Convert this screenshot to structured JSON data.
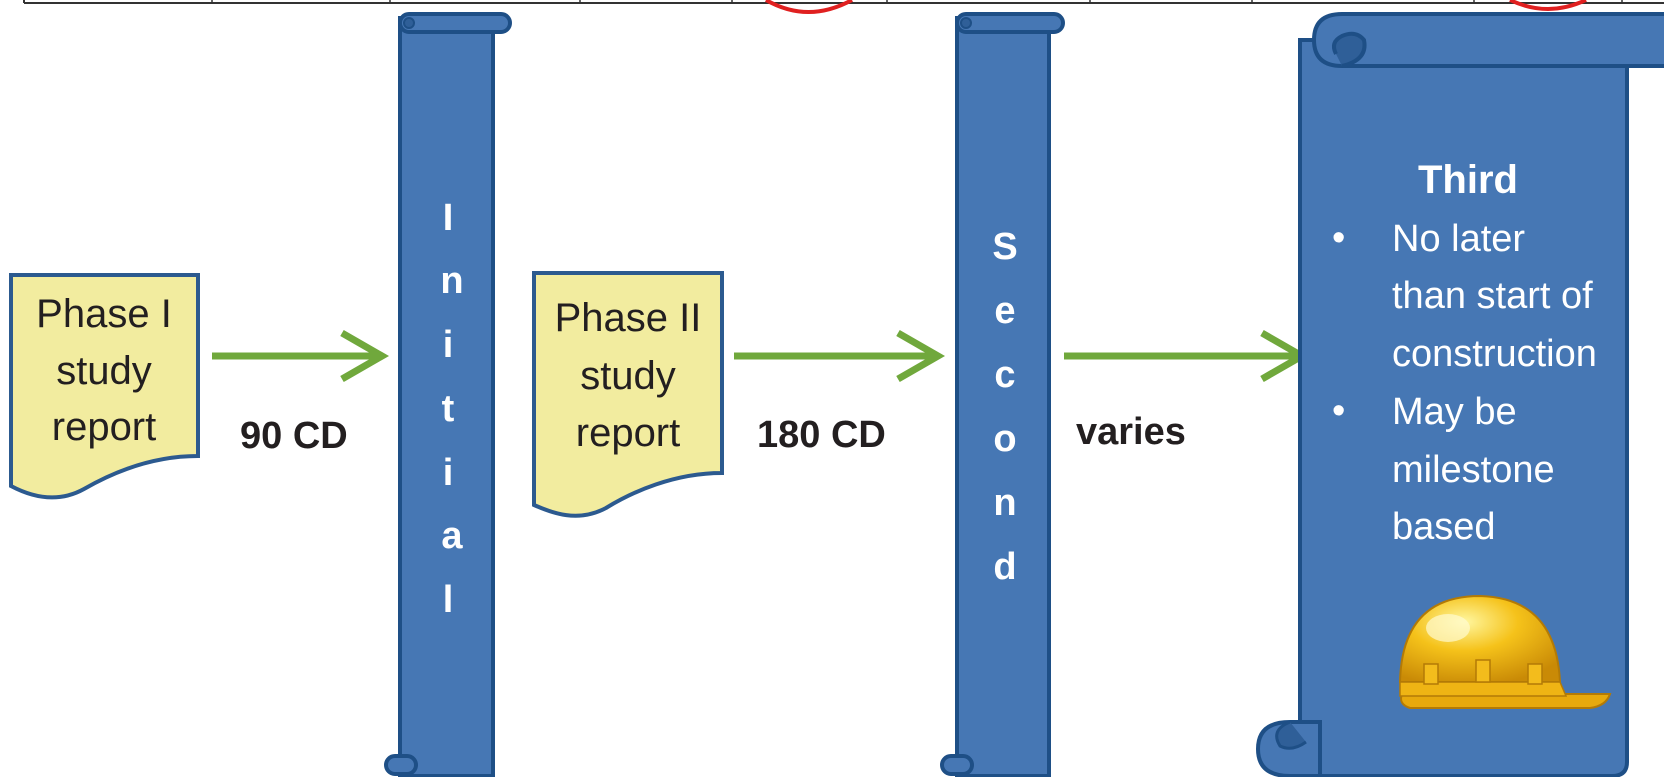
{
  "docs": [
    {
      "lines": [
        "Phase I",
        "study",
        "report"
      ]
    },
    {
      "lines": [
        "Phase II",
        "study",
        "report"
      ]
    }
  ],
  "durations": [
    "90 CD",
    "180 CD",
    "varies"
  ],
  "scrolls": [
    {
      "letters": [
        "I",
        "n",
        "i",
        "t",
        "i",
        "a",
        "l"
      ]
    },
    {
      "letters": [
        "S",
        "e",
        "c",
        "o",
        "n",
        "d"
      ]
    }
  ],
  "third": {
    "title": "Third",
    "bullets": [
      {
        "lines": [
          "No later",
          "than start of",
          "construction"
        ]
      },
      {
        "lines": [
          "May be",
          "milestone",
          "based"
        ]
      }
    ],
    "icon": "hard-hat-icon"
  },
  "colors": {
    "scroll_fill": "#4677b4",
    "scroll_edge": "#1e4f86",
    "doc_fill": "#f2ec9f",
    "doc_edge": "#2c5a8f",
    "arrow": "#70a83c",
    "circle": "#e02020"
  }
}
